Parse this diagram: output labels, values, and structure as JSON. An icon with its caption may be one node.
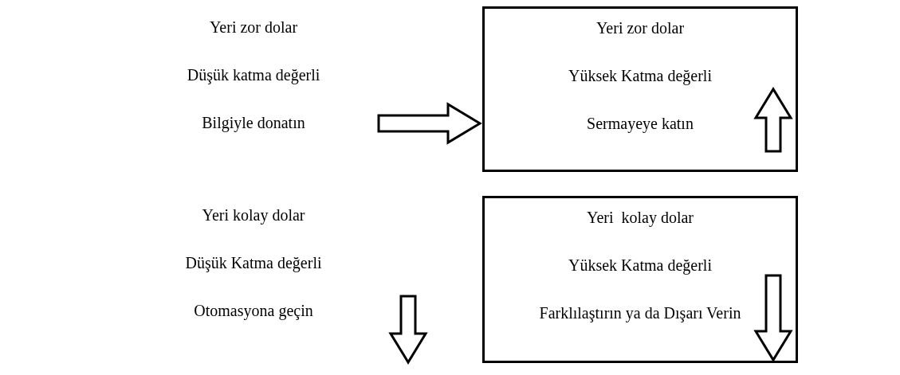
{
  "diagram": {
    "nodes": [
      {
        "text": [
          "Yeri zor dolar",
          "Düşük katma değerli",
          "Bilgiyle donatın"
        ]
      },
      {
        "text": [
          "Yeri zor dolar",
          "Yüksek Katma değerli",
          "Sermayeye katın"
        ]
      },
      {
        "text": [
          "Yeri kolay dolar",
          "Düşük Katma değerli",
          "Otomasyona geçin"
        ]
      },
      {
        "text": [
          "Yeri  kolay dolar",
          "Yüksek Katma değerli",
          "Farklılaştırın ya da Dışarı Verin"
        ]
      }
    ],
    "edges": [
      {
        "from": 0,
        "to": 1,
        "arrow": "to"
      }
    ]
  }
}
